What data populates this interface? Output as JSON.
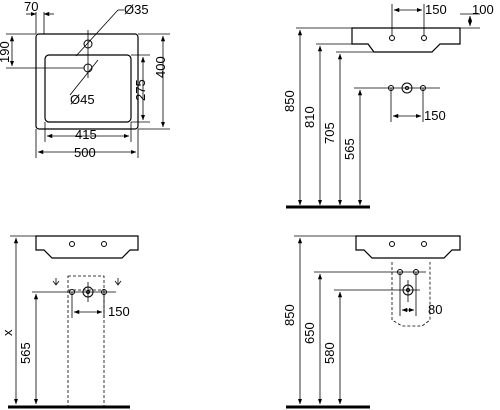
{
  "views": {
    "top": {
      "dims": {
        "d70": "70",
        "d35": "Ø35",
        "d190": "190",
        "d400": "400",
        "d275": "275",
        "d45": "Ø45",
        "d415": "415",
        "d500": "500"
      }
    },
    "side": {
      "dims": {
        "d150": "150",
        "d100": "100",
        "d850": "850",
        "d810": "810",
        "d705": "705",
        "d565": "565",
        "d150b": "150"
      }
    },
    "pedestal": {
      "dims": {
        "dx": "x",
        "d565": "565",
        "d150": "150"
      }
    },
    "semi": {
      "dims": {
        "d850": "850",
        "d650": "650",
        "d580": "580",
        "d80": "80"
      }
    }
  },
  "colors": {
    "line": "#000000",
    "background": "#ffffff"
  }
}
